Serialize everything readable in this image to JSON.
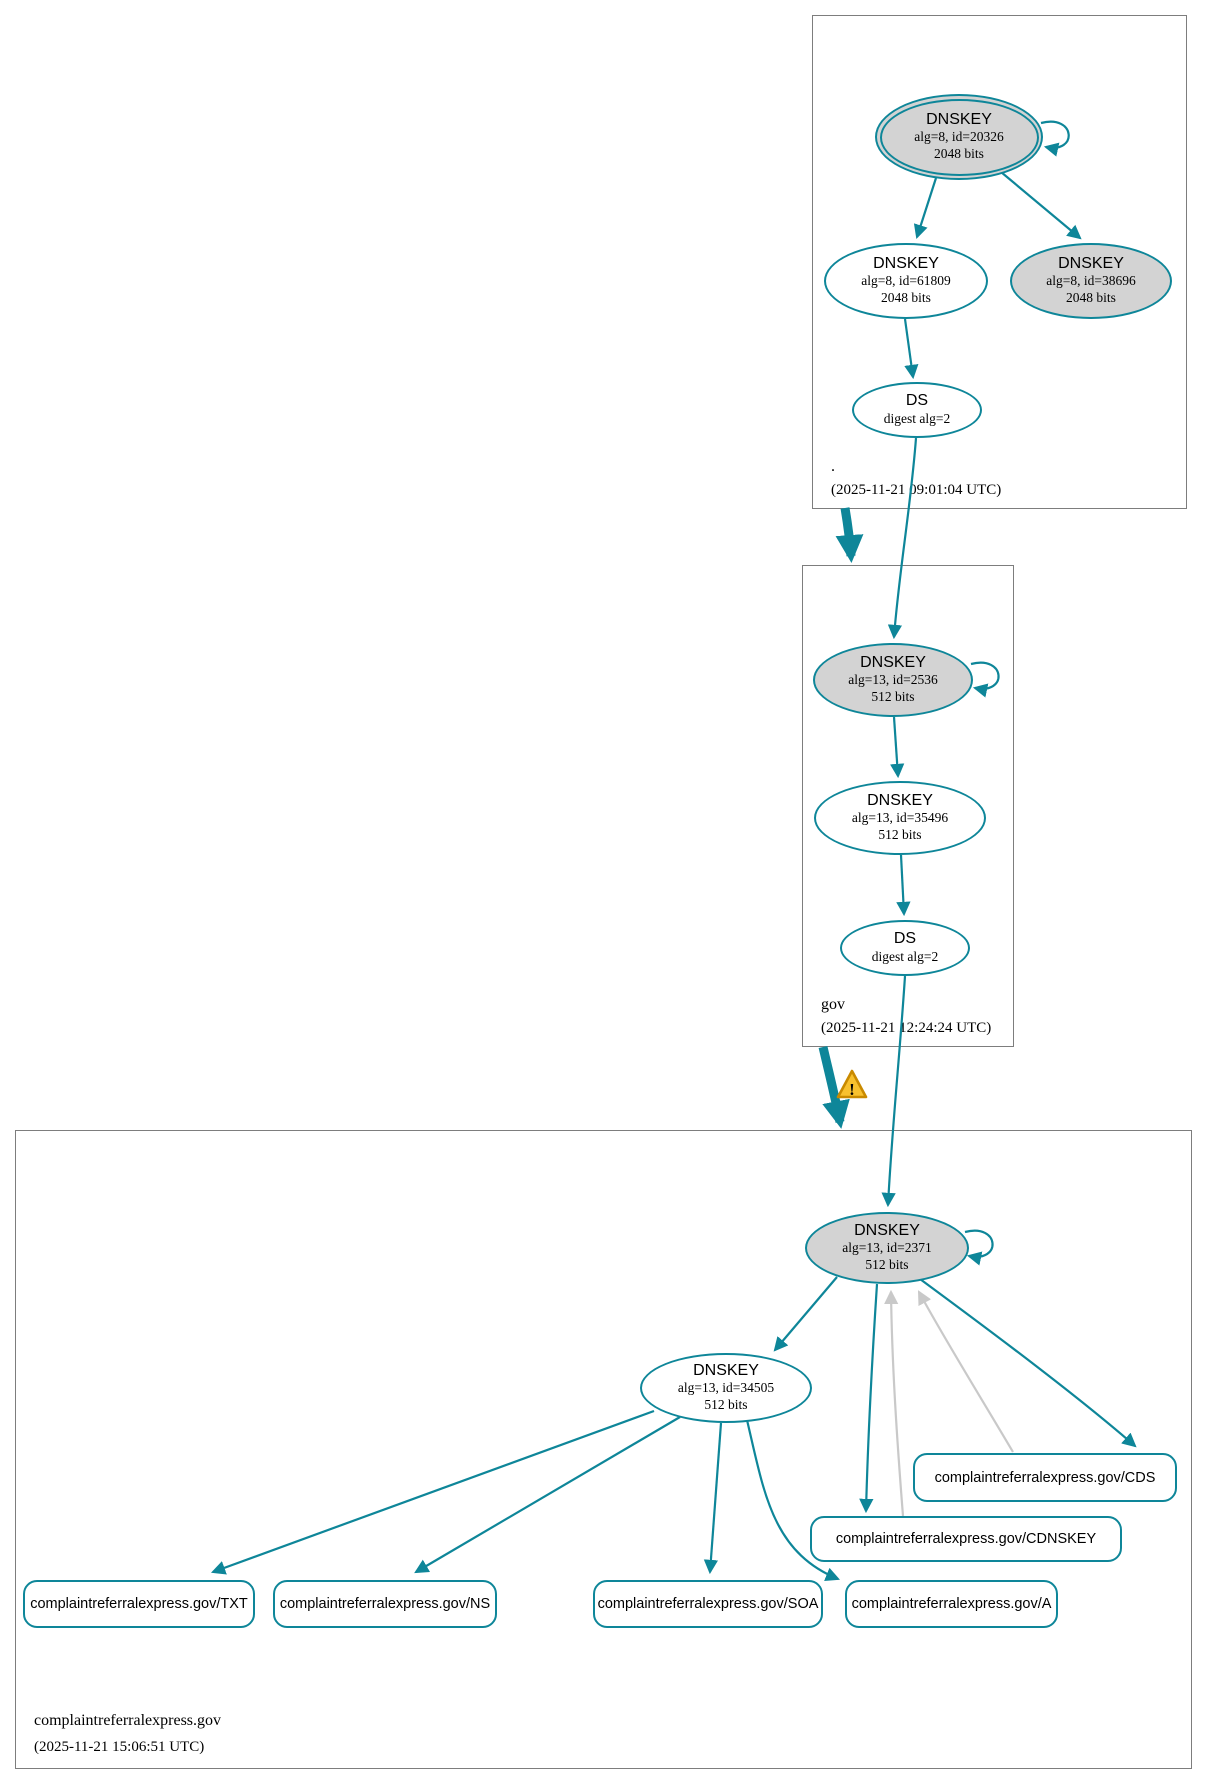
{
  "zones": {
    "root": {
      "label": ".",
      "timestamp": "(2025-11-21 09:01:04 UTC)",
      "ksk": {
        "type": "DNSKEY",
        "detail": "alg=8, id=20326",
        "bits": "2048 bits"
      },
      "zsk": {
        "type": "DNSKEY",
        "detail": "alg=8, id=61809",
        "bits": "2048 bits"
      },
      "ksk2": {
        "type": "DNSKEY",
        "detail": "alg=8, id=38696",
        "bits": "2048 bits"
      },
      "ds": {
        "type": "DS",
        "detail": "digest alg=2"
      }
    },
    "gov": {
      "label": "gov",
      "timestamp": "(2025-11-21 12:24:24 UTC)",
      "ksk": {
        "type": "DNSKEY",
        "detail": "alg=13, id=2536",
        "bits": "512 bits"
      },
      "zsk": {
        "type": "DNSKEY",
        "detail": "alg=13, id=35496",
        "bits": "512 bits"
      },
      "ds": {
        "type": "DS",
        "detail": "digest alg=2"
      }
    },
    "domain": {
      "label": "complaintreferralexpress.gov",
      "timestamp": "(2025-11-21 15:06:51 UTC)",
      "ksk": {
        "type": "DNSKEY",
        "detail": "alg=13, id=2371",
        "bits": "512 bits"
      },
      "zsk": {
        "type": "DNSKEY",
        "detail": "alg=13, id=34505",
        "bits": "512 bits"
      },
      "rrsets": {
        "txt": "complaintreferralexpress.gov/TXT",
        "ns": "complaintreferralexpress.gov/NS",
        "soa": "complaintreferralexpress.gov/SOA",
        "a": "complaintreferralexpress.gov/A",
        "cds": "complaintreferralexpress.gov/CDS",
        "cdnskey": "complaintreferralexpress.gov/CDNSKEY"
      }
    }
  },
  "icons": {
    "warning_icon": "!"
  },
  "colors": {
    "secure_edge": "#0e8699",
    "key_fill": "#d3d3d3",
    "insecure_edge": "#c9c9c9",
    "warning_fill": "#f8c12e",
    "warning_border": "#c98a00"
  }
}
